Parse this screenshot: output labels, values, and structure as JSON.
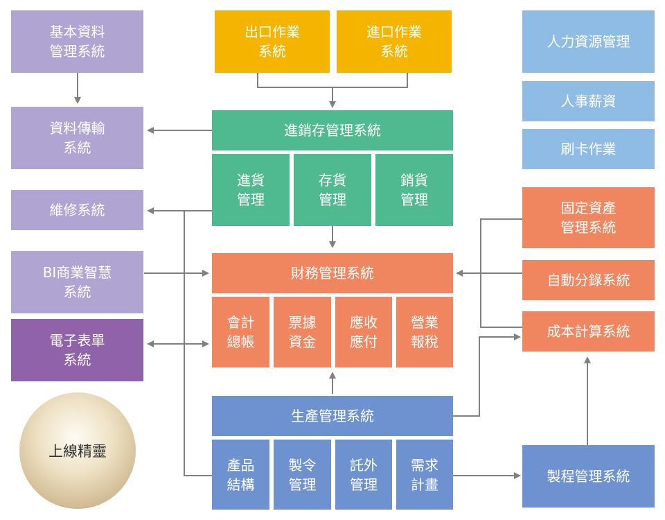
{
  "colors": {
    "purple": "#b0a4d2",
    "dark_purple": "#8f62aa",
    "yellow": "#f5b400",
    "green": "#4fb98f",
    "orange": "#ef8660",
    "light_blue": "#8fbce4",
    "blue": "#6d92cf",
    "arrow": "#808080"
  },
  "left": {
    "basic_data": "基本資料\n管理系統",
    "data_transfer": "資料傳輸\n系統",
    "maintenance": "維修系統",
    "bi": "BI商業智慧\n系統",
    "eform": "電子表單\n系統",
    "wizard": "上線精靈"
  },
  "top": {
    "export": "出口作業\n系統",
    "import": "進口作業\n系統"
  },
  "inventory": {
    "title": "進銷存管理系統",
    "purchase": "進貨\n管理",
    "stock": "存貨\n管理",
    "sales": "銷貨\n管理"
  },
  "finance": {
    "title": "財務管理系統",
    "accounting": "會計\n總帳",
    "notes": "票據\n資金",
    "receivable": "應收\n應付",
    "tax": "營業\n報稅"
  },
  "production": {
    "title": "生產管理系統",
    "bom": "產品\n結構",
    "order": "製令\n管理",
    "outsourcing": "託外\n管理",
    "mrp": "需求\n計畫"
  },
  "right": {
    "hr": "人力資源管理",
    "payroll": "人事薪資",
    "attendance": "刷卡作業",
    "fixed_assets": "固定資產\n管理系統",
    "auto_journal": "自動分錄系統",
    "cost": "成本計算系統",
    "process": "製程管理系統"
  }
}
